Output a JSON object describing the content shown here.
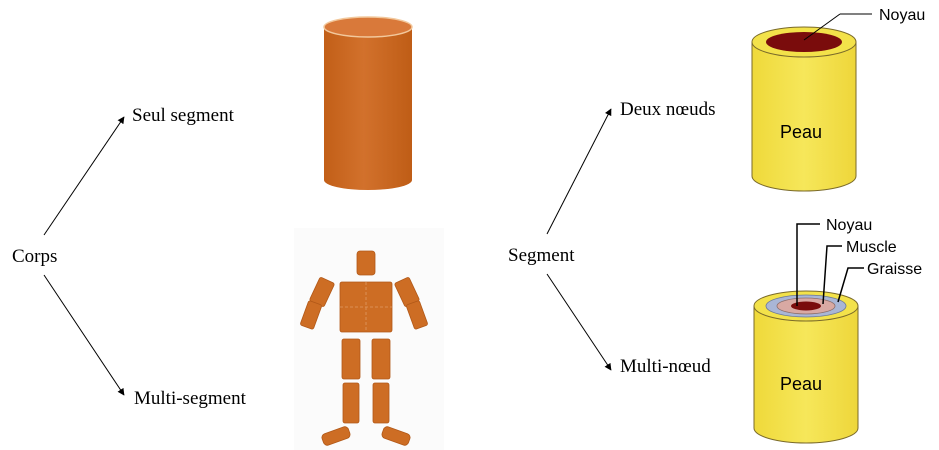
{
  "left": {
    "root_label": "Corps",
    "branch_top": "Seul segment",
    "branch_bottom": "Multi-segment"
  },
  "right": {
    "root_label": "Segment",
    "branch_top": "Deux nœuds",
    "branch_bottom": "Multi-nœud"
  },
  "two_node_cylinder": {
    "core_label": "Noyau",
    "skin_label": "Peau"
  },
  "multi_node_cylinder": {
    "core_label": "Noyau",
    "muscle_label": "Muscle",
    "fat_label": "Graisse",
    "skin_label": "Peau"
  },
  "colors": {
    "orange_body": "#c8681f",
    "orange_top": "#d9793a",
    "skin_yellow": "#f3e24a",
    "core_red": "#7a0c0c",
    "muscle_pink": "#d9a9a3",
    "fat_blue": "#a9b6d6",
    "outline": "#7a6a2a"
  }
}
